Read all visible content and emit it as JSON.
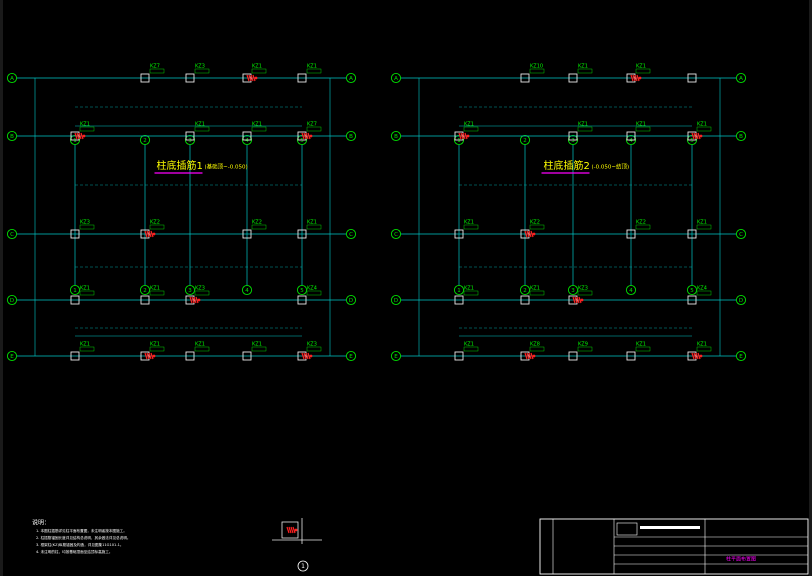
{
  "colors": {
    "background": "#000000",
    "axis": "#00c8c8",
    "bubble": "#00e000",
    "column": "#e8e8e8",
    "label": "#00ff00",
    "rebar": "#ff2020",
    "title": "#ffff00",
    "underline": "#ff00ff",
    "frame": "#ffffff"
  },
  "left_plan": {
    "title": "柱底插筋1",
    "range": "(基础顶~-0.050)",
    "top_axes": [
      "1",
      "2",
      "3",
      "4",
      "5"
    ],
    "bottom_axes": [
      "1",
      "2",
      "3",
      "4",
      "5"
    ],
    "left_axes": [
      "A",
      "B",
      "C",
      "D",
      "E"
    ],
    "right_axes": [
      "A",
      "B",
      "C",
      "D",
      "E"
    ],
    "column_labels": [
      "KZ1",
      "KZ1",
      "KZ1",
      "KZ1",
      "KZ3",
      "KZ1",
      "KZ1",
      "KZ3",
      "KZ4",
      "KZ3",
      "KZ2",
      "KZ2",
      "KZ1",
      "KZ1",
      "KZ1",
      "KZ1",
      "KZ7",
      "KZ7",
      "KZ3",
      "KZ1",
      "KZ1",
      "KZ1"
    ]
  },
  "right_plan": {
    "title": "柱底插筋2",
    "range": "(-0.050~结顶)",
    "top_axes": [
      "1",
      "2",
      "3",
      "4",
      "5"
    ],
    "bottom_axes": [
      "1",
      "2",
      "3",
      "4",
      "5"
    ],
    "left_axes": [
      "A",
      "B",
      "C",
      "D",
      "E"
    ],
    "right_axes": [
      "A",
      "B",
      "C",
      "D",
      "E"
    ],
    "column_labels": [
      "KZ1",
      "KZ8",
      "KZ9",
      "KZ1",
      "KZ1",
      "KZ1",
      "KZ1",
      "KZ3",
      "KZ4",
      "KZ1",
      "KZ2",
      "KZ2",
      "KZ1",
      "KZ1",
      "KZ1",
      "KZ1",
      "KZ1",
      "KZ10",
      "KZ1",
      "KZ1"
    ]
  },
  "notes": {
    "heading": "说明：",
    "lines": [
      "1. 本图柱插筋详见柱平面布置图，未注明者按本图施工。",
      "2. 柱插筋锚固长度详见结构总说明，其余做法详见总说明。",
      "3. 框架柱(KZ)纵筋锚固及构造，详见图集11G101-1。",
      "4. 未注明的柱，均按基础顶面至结顶标高施工。"
    ]
  },
  "detail_marker": "1",
  "title_block": {
    "drawing_name": "柱平面布置图"
  }
}
